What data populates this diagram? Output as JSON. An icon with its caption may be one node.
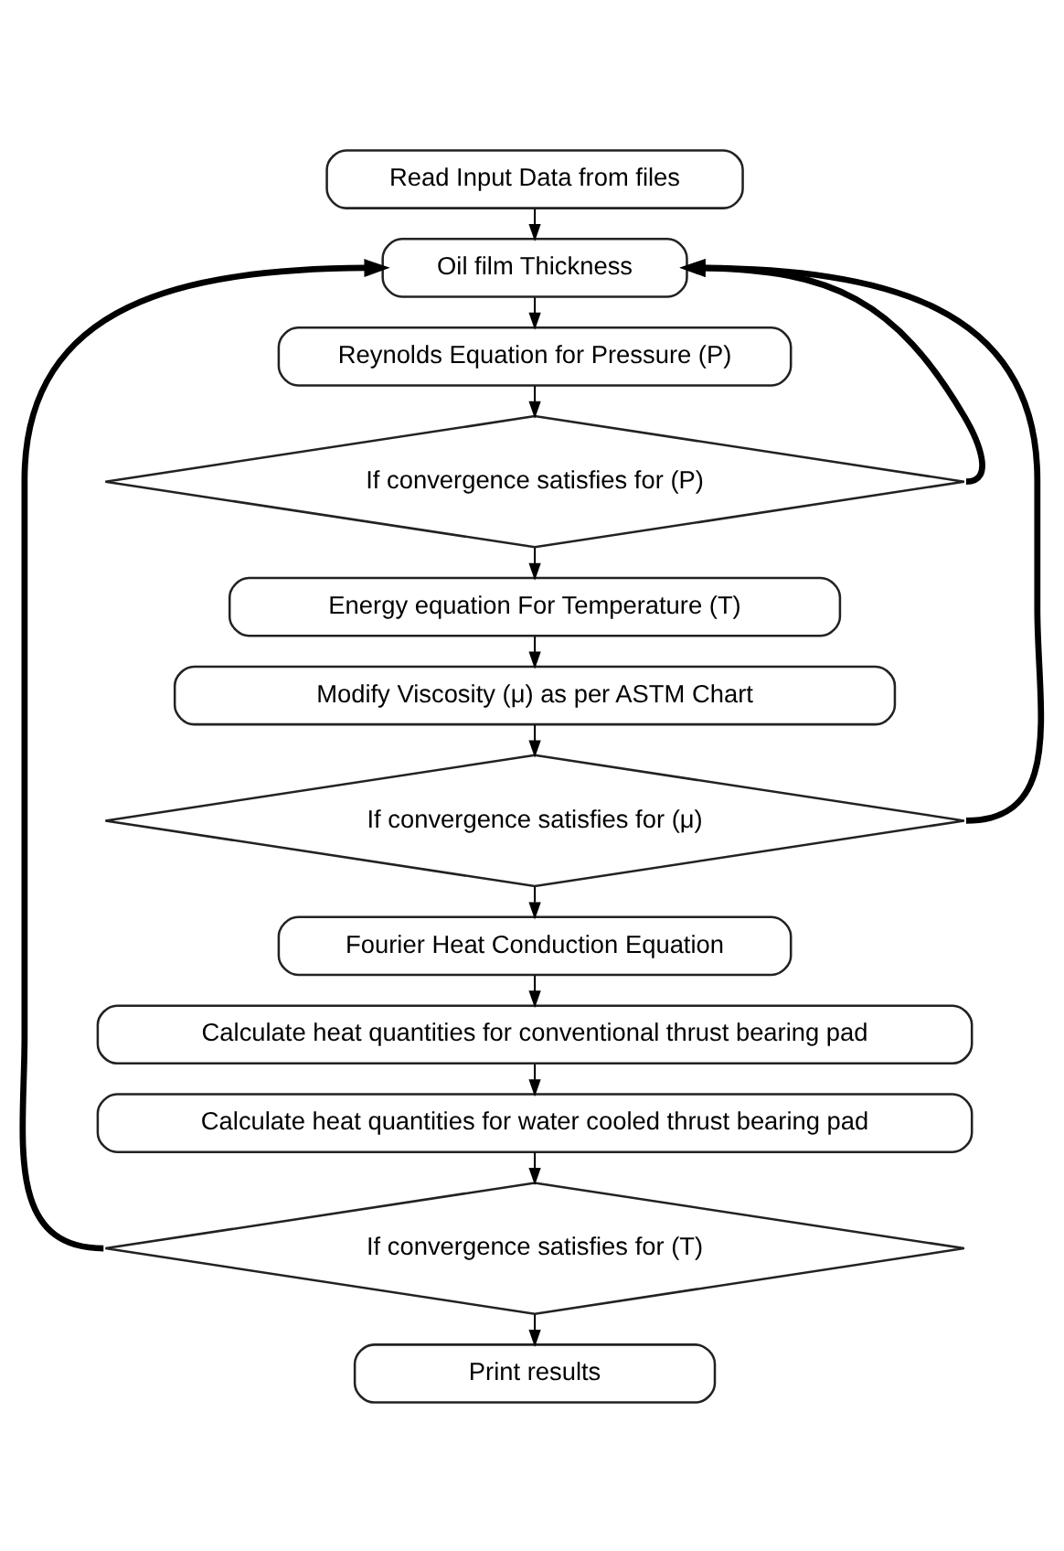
{
  "diagram": {
    "nodes": [
      {
        "text": [
          "Read Input Data from files"
        ]
      },
      {
        "text": [
          "Oil film Thickness"
        ]
      },
      {
        "text": [
          "Reynolds Equation for Pressure (P)"
        ]
      },
      {
        "text": [
          "If convergence satisfies for (P)"
        ]
      },
      {
        "text": [
          "Energy equation For Temperature (T)"
        ]
      },
      {
        "text": [
          "Modify Viscosity (μ) as per ASTM Chart"
        ]
      },
      {
        "text": [
          "If convergence satisfies for (μ)"
        ]
      },
      {
        "text": [
          "Fourier Heat Conduction Equation"
        ]
      },
      {
        "text": [
          "Calculate heat quantities for conventional thrust bearing pad"
        ]
      },
      {
        "text": [
          "Calculate heat quantities for water cooled thrust bearing pad"
        ]
      },
      {
        "text": [
          "If convergence satisfies for (T)"
        ]
      },
      {
        "text": [
          "Print results"
        ]
      }
    ],
    "edges": [
      {
        "from": 0,
        "to": 1,
        "arrow": "to"
      },
      {
        "from": 1,
        "to": 2,
        "arrow": "to"
      },
      {
        "from": 2,
        "to": 3,
        "arrow": "to"
      },
      {
        "from": 3,
        "to": 4,
        "arrow": "to"
      },
      {
        "from": 3,
        "to": 1,
        "arrow": "to",
        "style": "thick"
      },
      {
        "from": 4,
        "to": 5,
        "arrow": "to"
      },
      {
        "from": 5,
        "to": 6,
        "arrow": "to"
      },
      {
        "from": 6,
        "to": 7,
        "arrow": "to"
      },
      {
        "from": 6,
        "to": 1,
        "arrow": "to",
        "style": "thick"
      },
      {
        "from": 7,
        "to": 8,
        "arrow": "to"
      },
      {
        "from": 8,
        "to": 9,
        "arrow": "to"
      },
      {
        "from": 9,
        "to": 10,
        "arrow": "to"
      },
      {
        "from": 10,
        "to": 11,
        "arrow": "to"
      },
      {
        "from": 10,
        "to": 1,
        "arrow": "to",
        "style": "thick"
      }
    ]
  }
}
